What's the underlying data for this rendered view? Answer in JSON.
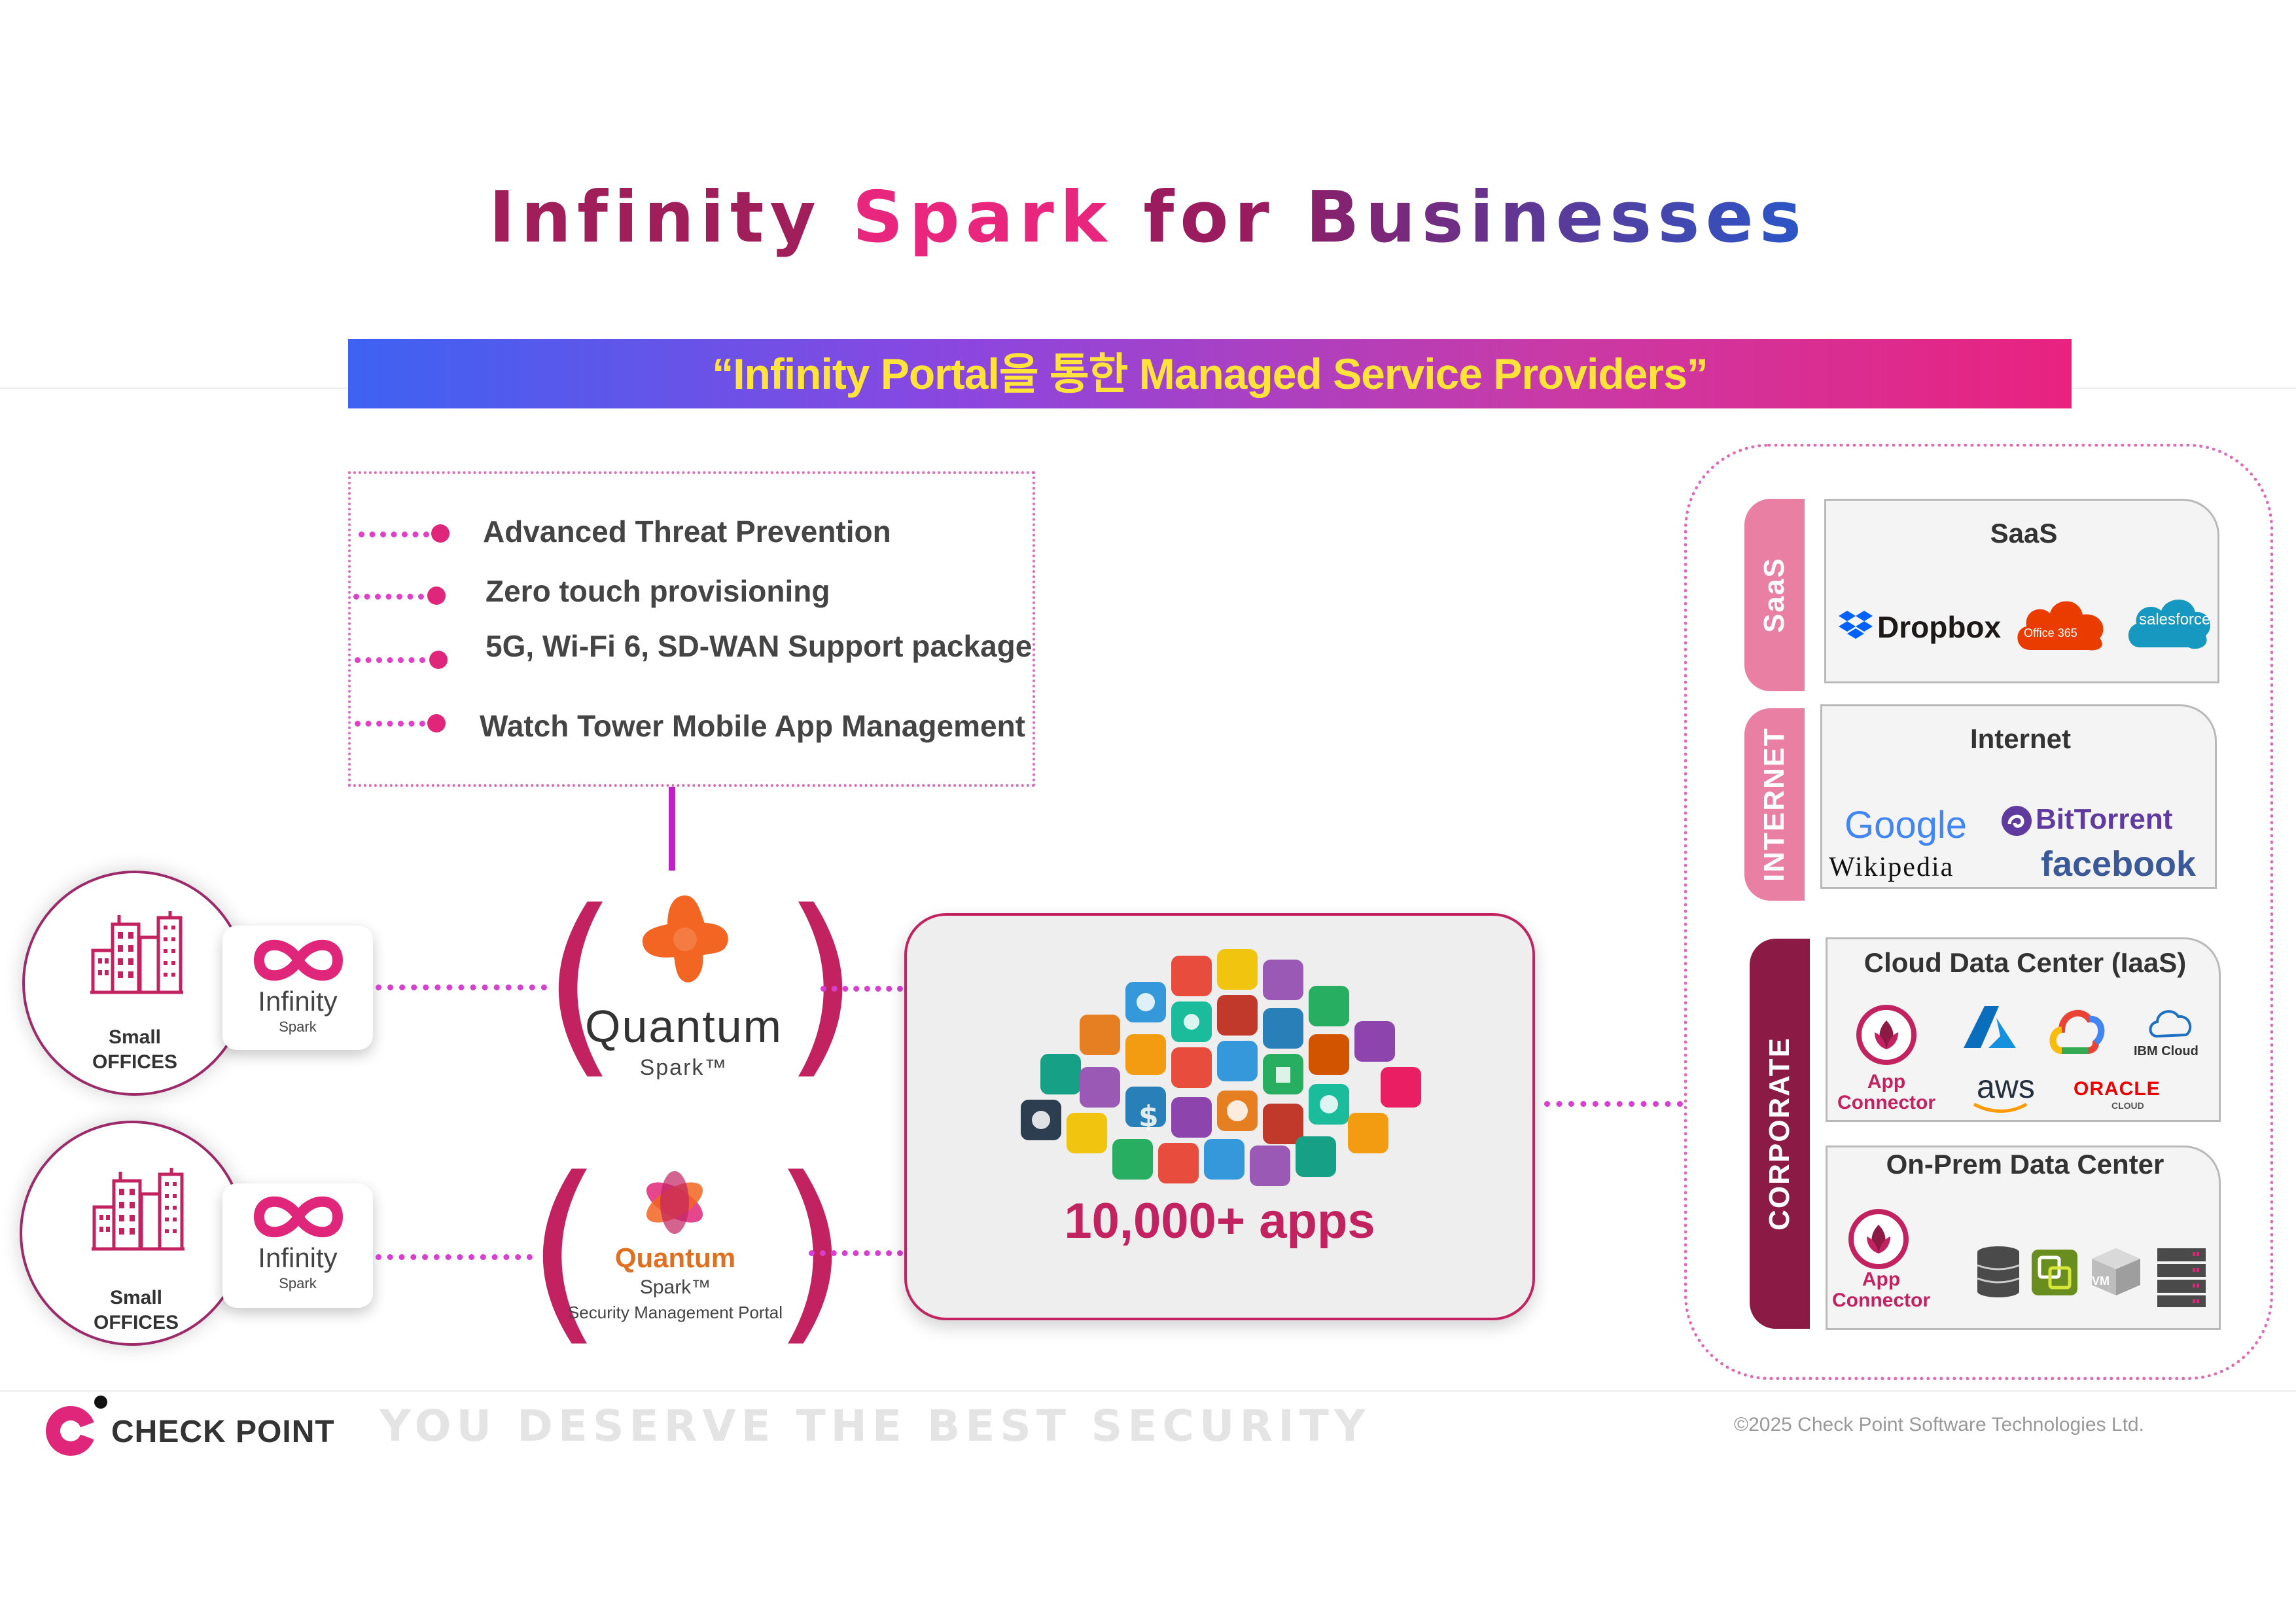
{
  "title": {
    "part1": "Infinity",
    "part2": "Spark",
    "part3": "for",
    "part4": "Businesses"
  },
  "banner": {
    "text": "“Infinity Portal을 통한 Managed Service Providers”"
  },
  "features": [
    {
      "label": "Advanced Threat Prevention"
    },
    {
      "label": "Zero touch provisioning"
    },
    {
      "label": "5G, Wi-Fi 6, SD-WAN Support package"
    },
    {
      "label": "Watch Tower Mobile App Management"
    }
  ],
  "offices": [
    {
      "line1": "Small",
      "line2": "OFFICES"
    },
    {
      "line1": "Small",
      "line2": "OFFICES"
    }
  ],
  "infinity_spark": {
    "name": "Infinity",
    "sub": "Spark"
  },
  "quantum_spark": {
    "name": "Quantum",
    "sub": "Spark™"
  },
  "quantum_portal": {
    "name": "Quantum",
    "sub": "Spark™",
    "desc": "Security Management Portal"
  },
  "cloud": {
    "label": "10,000+ apps"
  },
  "right": {
    "tabs": {
      "saas": "SaaS",
      "internet": "INTERNET",
      "corporate": "CORPORATE"
    },
    "saas": {
      "title": "SaaS",
      "logos": {
        "dropbox": "Dropbox",
        "office": "Office 365",
        "salesforce": "salesforce"
      }
    },
    "internet": {
      "title": "Internet",
      "logos": {
        "google": "Google",
        "bittorrent": "BitTorrent",
        "wikipedia": "Wikipedia",
        "facebook": "facebook"
      }
    },
    "cloud_dc": {
      "title": "Cloud Data Center (IaaS)",
      "app_connector": [
        "App",
        "Connector"
      ],
      "logos": {
        "aws": "aws",
        "ibm": "IBM Cloud",
        "oracle": "ORACLE",
        "oracle_sub": "CLOUD"
      }
    },
    "onprem": {
      "title": "On-Prem Data Center",
      "app_connector": [
        "App",
        "Connector"
      ],
      "vm": "VM"
    }
  },
  "footer": {
    "brand": "CHECK POINT",
    "slogan": "YOU DESERVE THE BEST SECURITY",
    "copyright": "©2025 Check Point Software Technologies Ltd."
  },
  "colors": {
    "accent": "#c2225f",
    "pink": "#e0267a",
    "banner_text": "#ffe33a",
    "dotted": "#d63fd0"
  }
}
